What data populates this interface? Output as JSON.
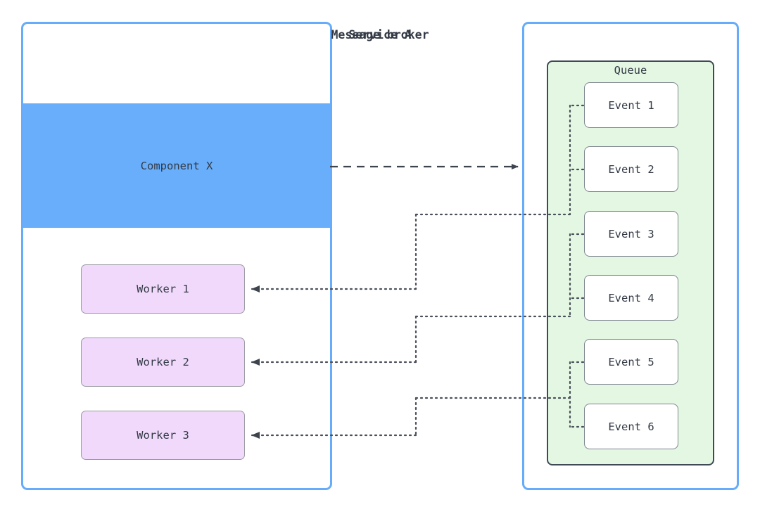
{
  "diagram": {
    "title_service": "Service A",
    "title_broker": "Message broker",
    "queue_label": "Queue",
    "component_label": "Component X",
    "workers": [
      {
        "label": "Worker 1"
      },
      {
        "label": "Worker 2"
      },
      {
        "label": "Worker 3"
      }
    ],
    "events": [
      {
        "label": "Event 1"
      },
      {
        "label": "Event 2"
      },
      {
        "label": "Event 3"
      },
      {
        "label": "Event 4"
      },
      {
        "label": "Event 5"
      },
      {
        "label": "Event 6"
      }
    ],
    "colors": {
      "container_border": "#66ACFA",
      "component_fill": "#69AEFB",
      "worker_fill": "#F1D9FC",
      "worker_border": "#9b9ba3",
      "queue_fill": "#E3F7E3",
      "queue_border": "#3f4a56",
      "event_fill": "#ffffff",
      "event_border": "#7d848e",
      "connector": "#4a5059",
      "text": "#333a45",
      "background": "#ffffff"
    },
    "connections": {
      "publish": {
        "from": "Component X",
        "to": "Message broker",
        "style": "dashed",
        "arrow": "filled-triangle"
      },
      "consume": [
        {
          "from": "Event 1, Event 2",
          "to": "Worker 1",
          "style": "dotted",
          "arrow": "filled-triangle"
        },
        {
          "from": "Event 3, Event 4",
          "to": "Worker 2",
          "style": "dotted",
          "arrow": "filled-triangle"
        },
        {
          "from": "Event 5, Event 6",
          "to": "Worker 3",
          "style": "dotted",
          "arrow": "filled-triangle"
        }
      ]
    }
  }
}
